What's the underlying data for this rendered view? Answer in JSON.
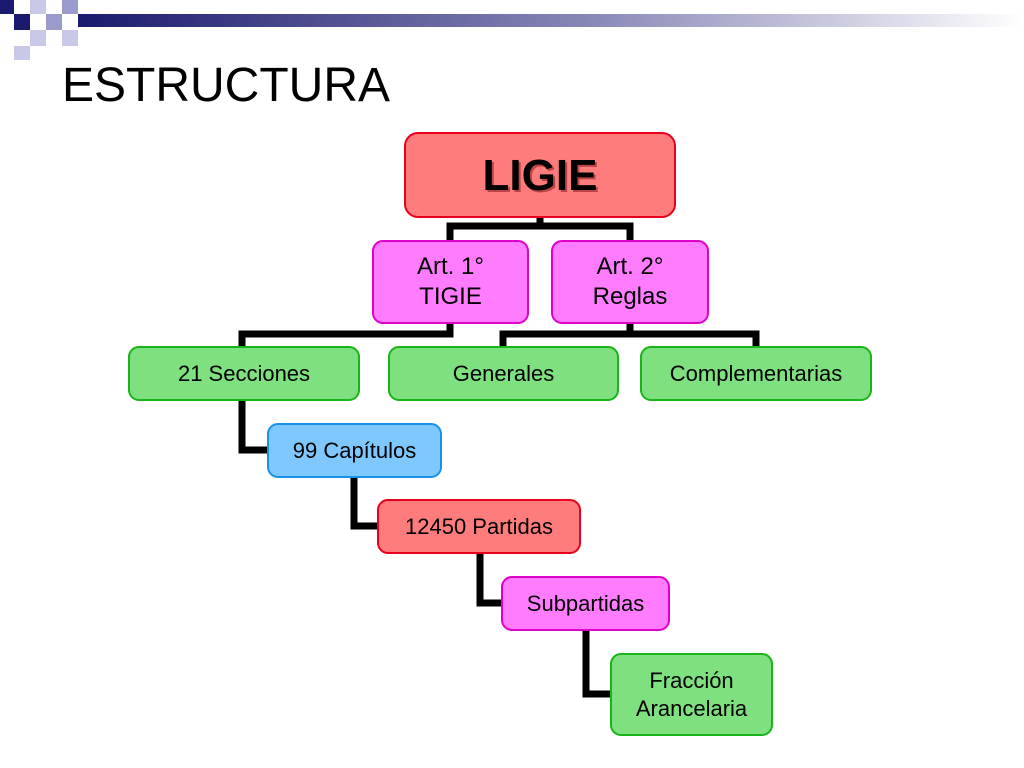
{
  "slide": {
    "title": "ESTRUCTURA"
  },
  "diagram": {
    "root": "LIGIE",
    "art1": {
      "line1": "Art. 1°",
      "line2": "TIGIE"
    },
    "art2": {
      "line1": "Art. 2°",
      "line2": "Reglas"
    },
    "secciones": "21 Secciones",
    "generales": "Generales",
    "complementarias": "Complementarias",
    "capitulos": "99 Capítulos",
    "partidas": "12450 Partidas",
    "subpartidas": "Subpartidas",
    "fraccion": {
      "line1": "Fracción",
      "line2": "Arancelaria"
    }
  },
  "colors": {
    "red_fill": "#ff7c7c",
    "pink_fill": "#ff7cff",
    "green_fill": "#7ee07e",
    "blue_fill": "#7ec8ff",
    "connector": "#000000",
    "deco_navy": "#1a1a6e"
  }
}
